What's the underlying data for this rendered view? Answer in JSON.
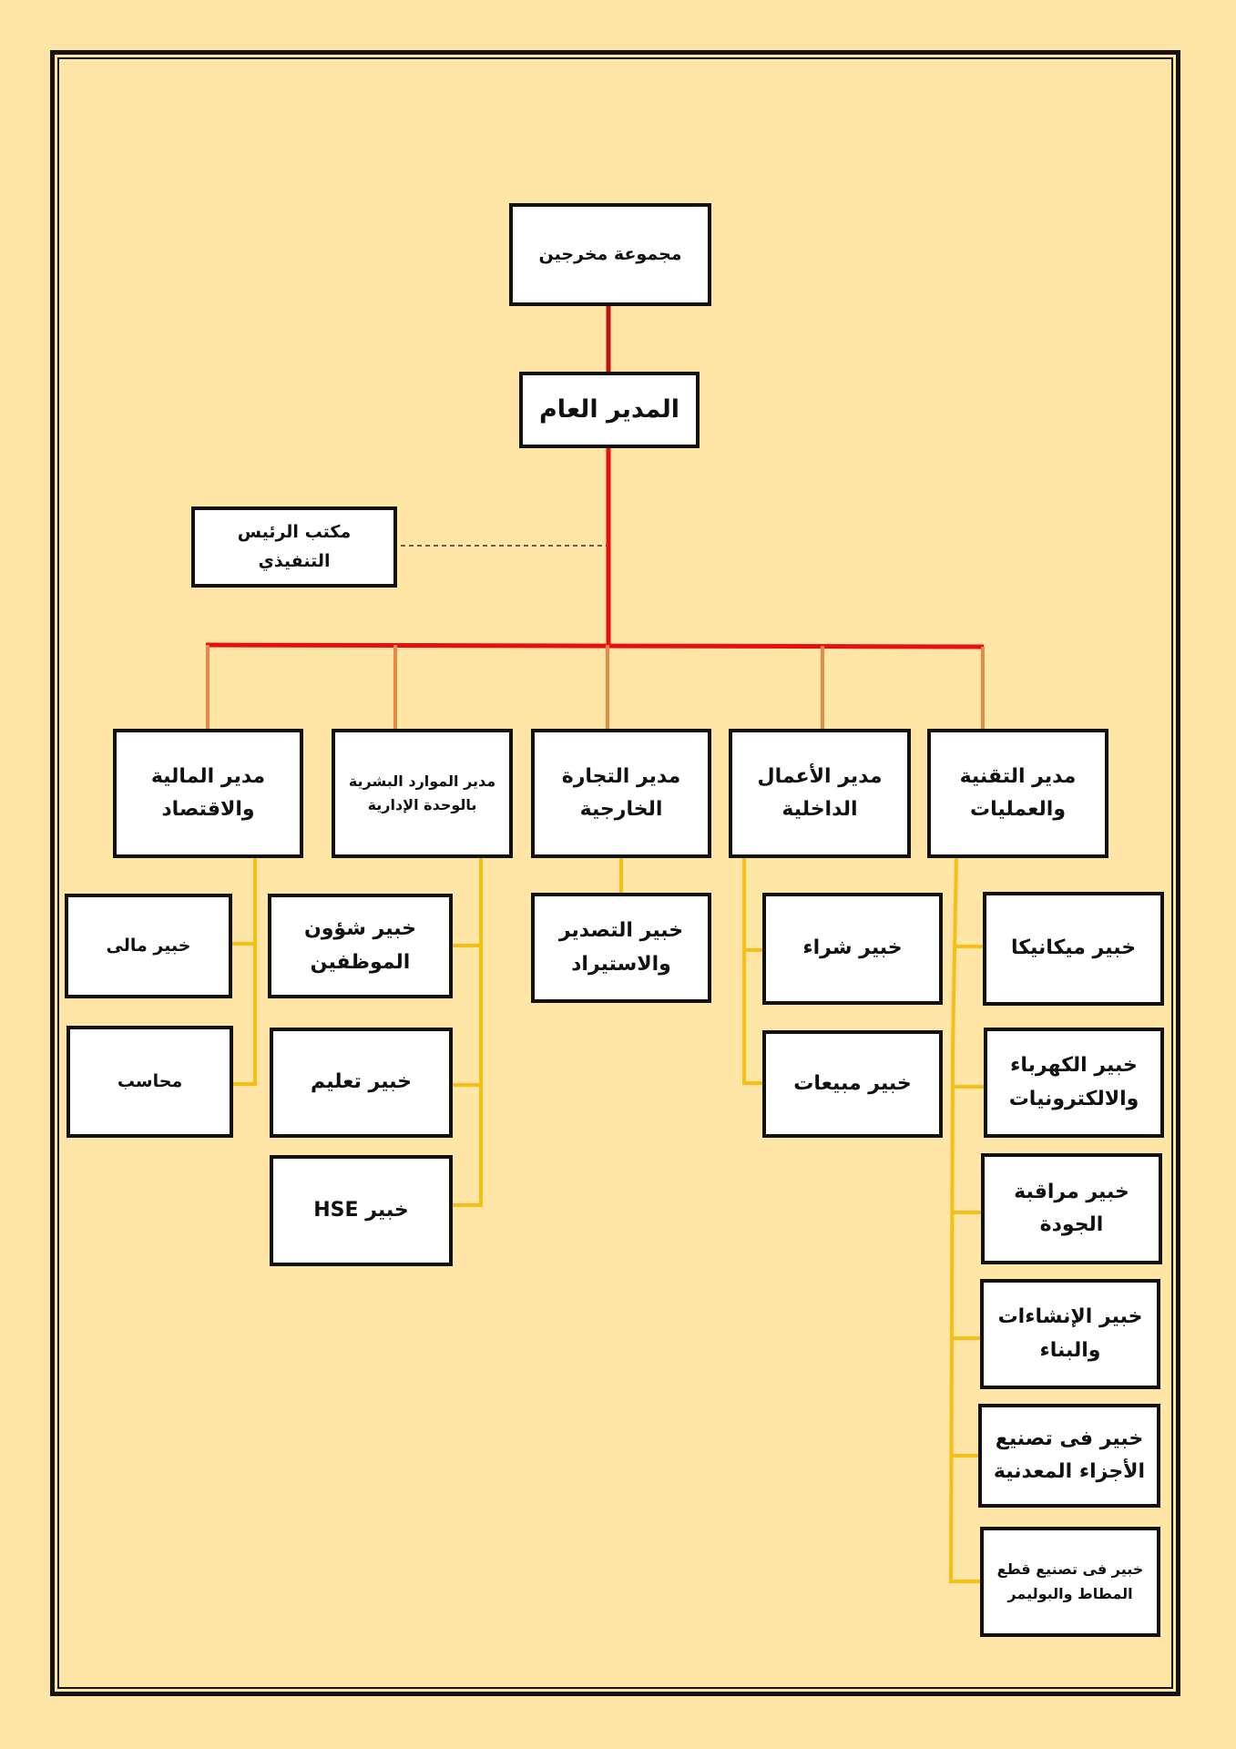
{
  "colors": {
    "background": "#ffe6a6",
    "frame": "#141414",
    "box_border": "#111111",
    "main_line": "#e8100c",
    "top_line": "#c01010",
    "branch_line": "#e8894a",
    "expert_line": "#f5bf13",
    "dashed_line": "#333333"
  },
  "nodes": {
    "group": "مجموعة مخرجين",
    "ceo": "المدير العام",
    "exec_office": "مكتب الرئيس التنفيذي"
  },
  "managers": {
    "finance": "مدير المالية\nوالاقتصاد",
    "hr": "مدير الموارد البشرية\nبالوحدة الإدارية",
    "trade": "مدير التجارة\nالخارجية",
    "business": "مدير الأعمال\nالداخلية",
    "tech": "مدير التقنية\nوالعمليات"
  },
  "experts": {
    "finance": [
      "خبير مالى",
      "محاسب"
    ],
    "hr": [
      "خبير شؤون\nالموظفين",
      "خبير تعليم",
      "خبير HSE"
    ],
    "trade": [
      "خبير التصدير\nوالاستيراد"
    ],
    "business": [
      "خبير شراء",
      "خبير مبيعات"
    ],
    "tech": [
      "خبير ميكانيكا",
      "خبير الكهرباء\nوالالكترونيات",
      "خبير مراقبة\nالجودة",
      "خبير الإنشاءات\nوالبناء",
      "خبير فى تصنيع\nالأجزاء المعدنية",
      "خبير فى تصنيع قطع\nالمطاط والبوليمر"
    ]
  }
}
